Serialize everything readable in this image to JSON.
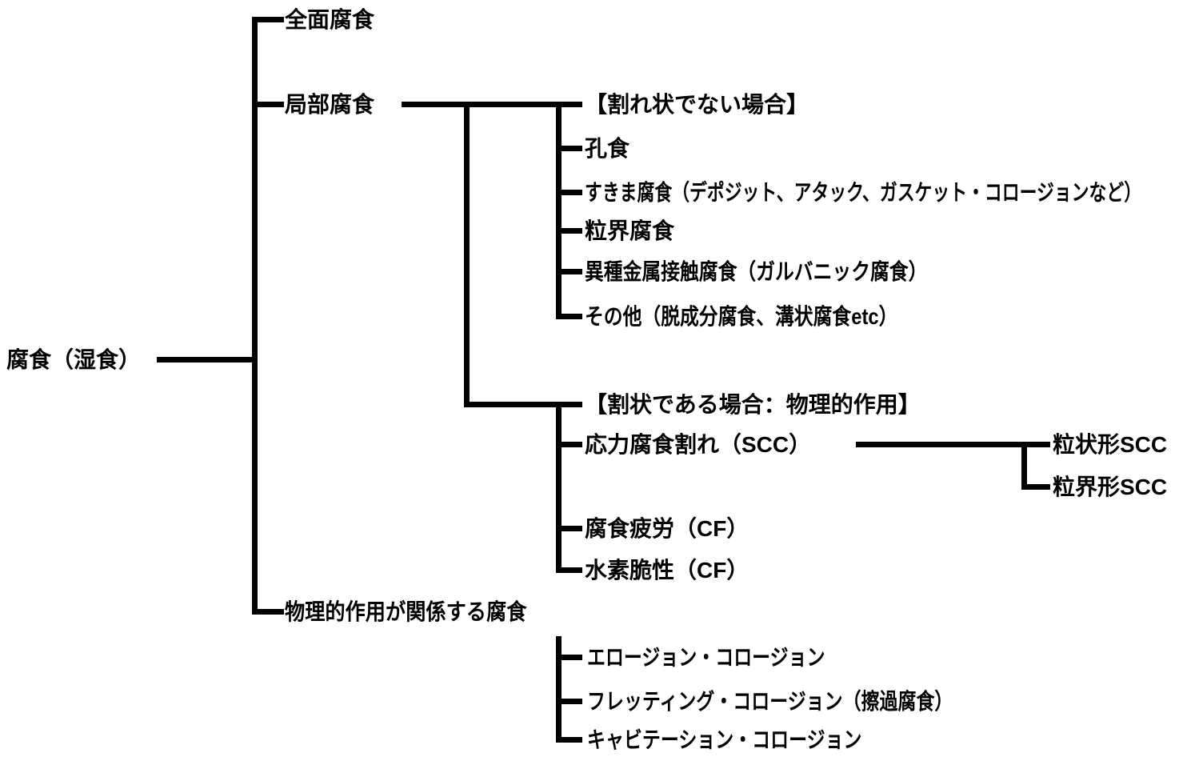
{
  "colors": {
    "background": "#ffffff",
    "line": "#000000",
    "text": "#000000"
  },
  "diagram_type": "tree",
  "tree": {
    "root": {
      "label": "腐食（湿食）"
    },
    "branches": [
      {
        "label": "全面腐食"
      },
      {
        "label": "局部腐食",
        "groups": [
          {
            "header": "【割れ状でない場合】",
            "items": [
              {
                "label": "孔食"
              },
              {
                "label": "すきま腐食（デポジット、アタック、ガスケット・コロージョンなど）"
              },
              {
                "label": "粒界腐食"
              },
              {
                "label": "異種金属接触腐食（ガルバニック腐食）"
              },
              {
                "label": "その他（脱成分腐食、溝状腐食etc）"
              }
            ]
          },
          {
            "header": "【割状である場合：物理的作用】",
            "items": [
              {
                "label": "応力腐食割れ（SCC）",
                "children": [
                  {
                    "label": "粒状形SCC"
                  },
                  {
                    "label": "粒界形SCC"
                  }
                ]
              },
              {
                "label": "腐食疲労（CF）"
              },
              {
                "label": "水素脆性（CF）"
              }
            ]
          }
        ]
      },
      {
        "label": "物理的作用が関係する腐食",
        "items": [
          {
            "label": "エロージョン・コロージョン"
          },
          {
            "label": "フレッティング・コロージョン（擦過腐食）"
          },
          {
            "label": "キャビテーション・コロージョン"
          }
        ]
      }
    ]
  }
}
